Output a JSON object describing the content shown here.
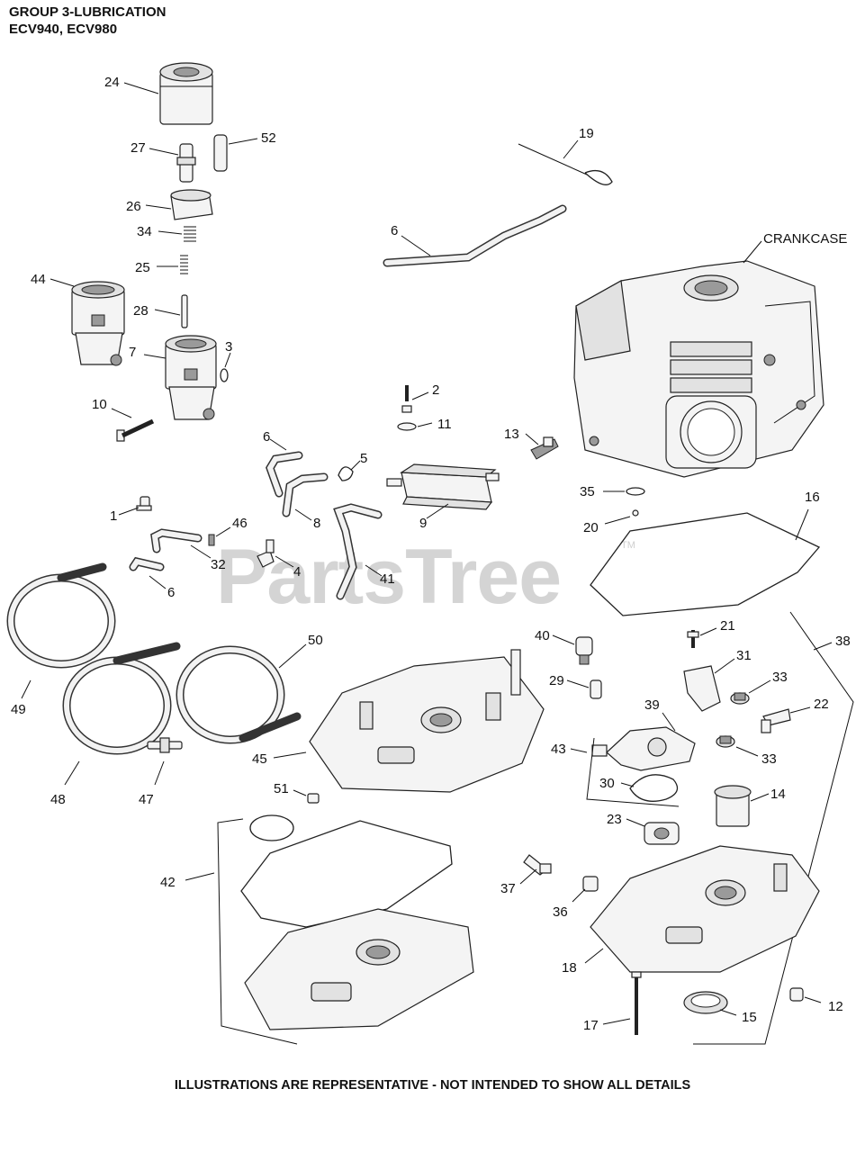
{
  "header": {
    "title_line1": "GROUP 3-LUBRICATION",
    "title_line2": "ECV940, ECV980"
  },
  "footer": {
    "note": "ILLUSTRATIONS ARE REPRESENTATIVE - NOT INTENDED TO SHOW ALL DETAILS"
  },
  "watermark": {
    "text": "PartsTree",
    "trademark": "TM"
  },
  "labels": {
    "crankcase": "CRANKCASE"
  },
  "callouts": {
    "c24": "24",
    "c27": "27",
    "c52": "52",
    "c26": "26",
    "c34": "34",
    "c25": "25",
    "c44": "44",
    "c28": "28",
    "c7": "7",
    "c3": "3",
    "c10": "10",
    "c19": "19",
    "c6a": "6",
    "c2": "2",
    "c11": "11",
    "c13": "13",
    "c6b": "6",
    "c5": "5",
    "c8": "8",
    "c9": "9",
    "c35": "35",
    "c16": "16",
    "c20": "20",
    "c1": "1",
    "c46": "46",
    "c32": "32",
    "c4": "4",
    "c41": "41",
    "c6c": "6",
    "c40": "40",
    "c21": "21",
    "c38": "38",
    "c31": "31",
    "c33a": "33",
    "c22": "22",
    "c29": "29",
    "c39": "39",
    "c43": "43",
    "c33b": "33",
    "c50": "50",
    "c49": "49",
    "c45": "45",
    "c30": "30",
    "c14": "14",
    "c48": "48",
    "c47": "47",
    "c51": "51",
    "c23": "23",
    "c42": "42",
    "c37": "37",
    "c36": "36",
    "c18": "18",
    "c12": "12",
    "c17": "17",
    "c15": "15"
  }
}
